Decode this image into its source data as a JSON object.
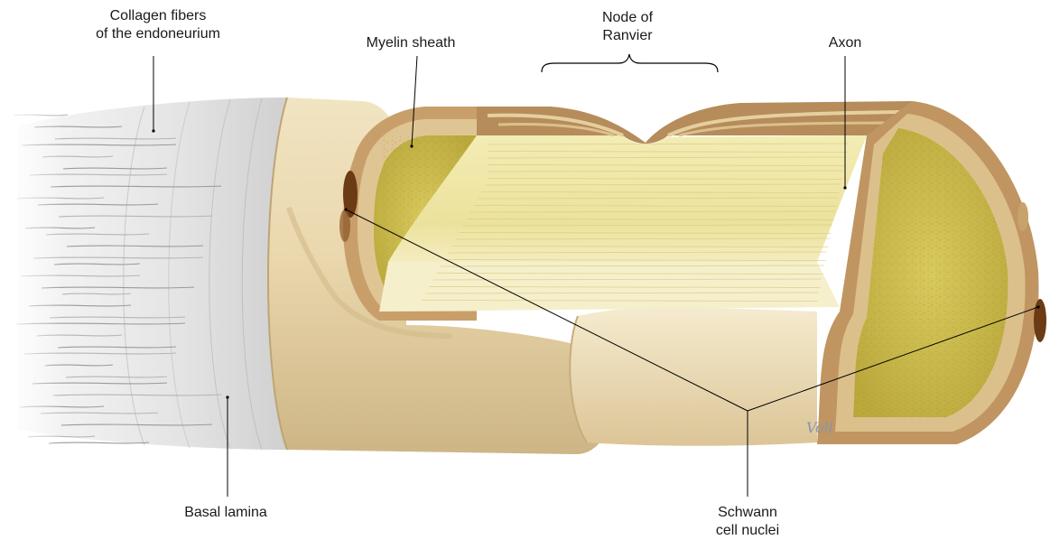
{
  "labels": {
    "collagen": {
      "line1": "Collagen fibers",
      "line2": "of the endoneurium"
    },
    "myelin": "Myelin sheath",
    "node": {
      "line1": "Node of",
      "line2": "Ranvier"
    },
    "axon": "Axon",
    "basal_lamina": "Basal lamina",
    "schwann": {
      "line1": "Schwann",
      "line2": "cell nuclei"
    }
  },
  "signature": "Voll",
  "colors": {
    "collagen_sheath": "#e8e8e8",
    "myelin_tan": "#e6d3a8",
    "myelin_layers": "#b48f5f",
    "axon_yellow": "#efe6a4",
    "axon_cut_face": "#c8b84a",
    "nucleus": "#7a4a1e",
    "leader_line": "#000000"
  }
}
